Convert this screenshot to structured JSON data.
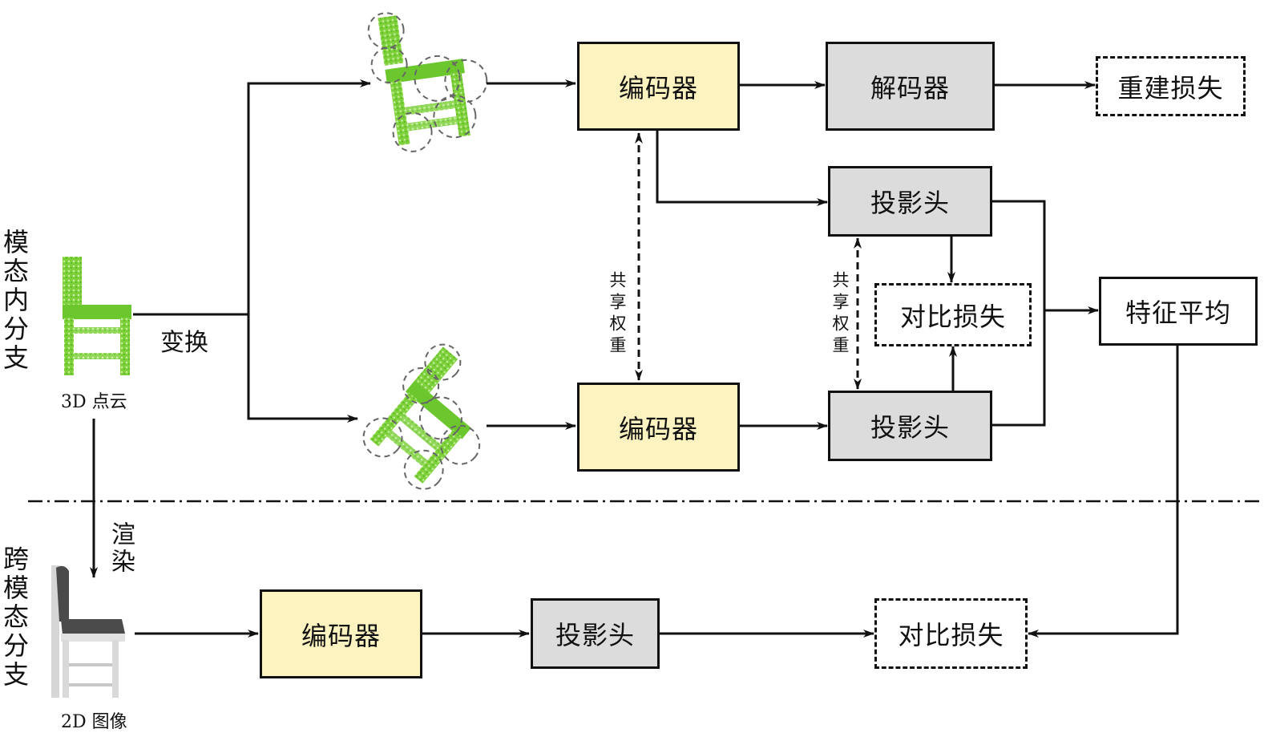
{
  "branches": {
    "intra_modal": "模态内分支",
    "cross_modal": "跨模态分支"
  },
  "inputs": {
    "point_cloud_caption": "3D 点云",
    "image_caption": "2D 图像",
    "transform_label": "变换",
    "render_label": "渲染"
  },
  "top_row": {
    "encoder": "编码器",
    "decoder": "解码器",
    "reconstruction_loss": "重建损失"
  },
  "middle": {
    "projection_head_top": "投影头",
    "projection_head_bottom": "投影头",
    "contrastive_loss": "对比损失",
    "feature_average": "特征平均",
    "shared_weights_encoder": "共享权重",
    "shared_weights_projection": "共享权重",
    "encoder_bottom": "编码器"
  },
  "cross_row": {
    "encoder": "编码器",
    "projection_head": "投影头",
    "contrastive_loss": "对比损失"
  },
  "colors": {
    "encoder_fill": "#fdf3c1",
    "gray_fill": "#dcdcdc",
    "point_cloud_green": "#6cc72e",
    "line": "#111111"
  }
}
